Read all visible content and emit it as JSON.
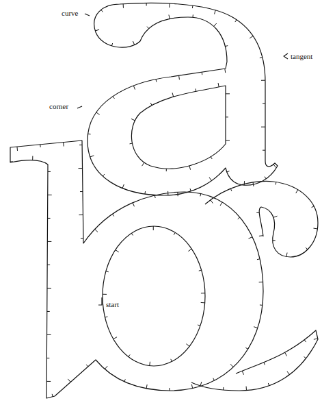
{
  "diagram": {
    "labels": [
      "curve",
      "tangent",
      "corner",
      "start"
    ]
  }
}
